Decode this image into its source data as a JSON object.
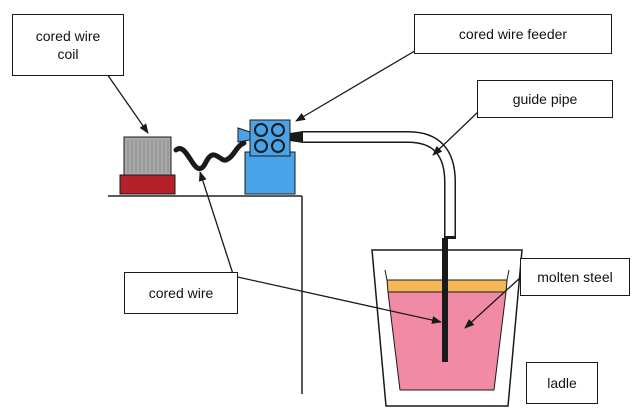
{
  "labels": {
    "coil": [
      "cored wire",
      "coil"
    ],
    "feeder": "cored wire feeder",
    "guide_pipe": "guide pipe",
    "cored_wire": "cored wire",
    "molten_steel": "molten steel",
    "ladle": "ladle"
  },
  "colors": {
    "coil_body": "#a9a9a9",
    "coil_base": "#b5202a",
    "feeder_body": "#4aa3e8",
    "steel": "#f08aa5",
    "slag": "#f5b755",
    "wire": "#1a1a1a",
    "outline": "#1a1a1a"
  }
}
